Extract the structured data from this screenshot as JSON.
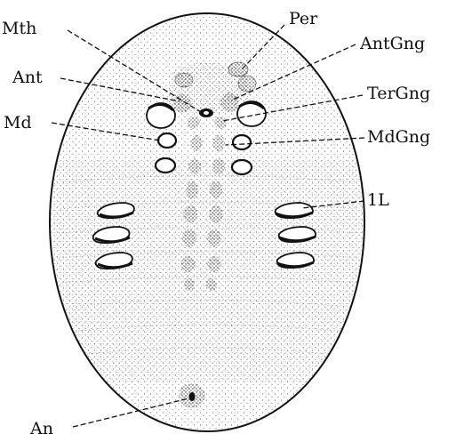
{
  "figure": {
    "labels": {
      "mth": "Mth",
      "per": "Per",
      "ant": "Ant",
      "antgng": "AntGng",
      "tergng": "TerGng",
      "md": "Md",
      "mdgng": "MdGng",
      "one_l": "1L",
      "an": "An"
    }
  }
}
